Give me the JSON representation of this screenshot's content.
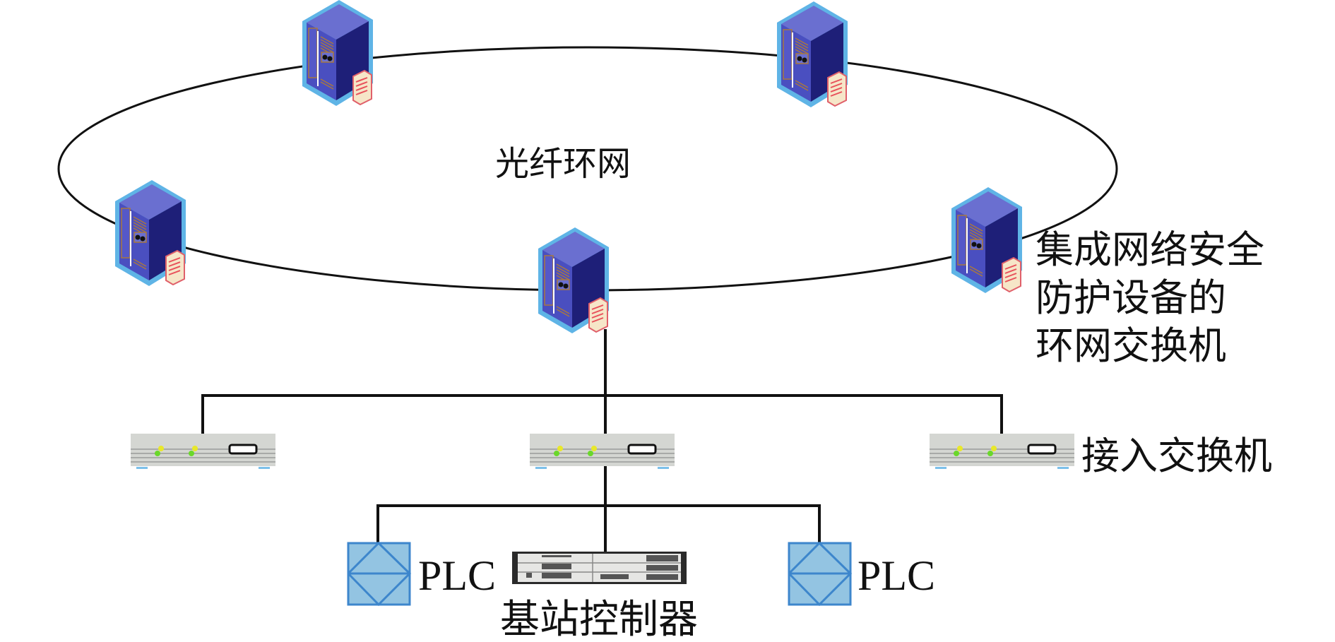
{
  "labels": {
    "ring": "光纤环网",
    "ring_switch_line1": "集成网络安全",
    "ring_switch_line2": "防护设备的",
    "ring_switch_line3": "环网交换机",
    "access_switch": "接入交换机",
    "plc_left": "PLC",
    "plc_right": "PLC",
    "base_station_controller": "基站控制器"
  },
  "colors": {
    "server_body": "#4a4fc0",
    "server_outline": "#5fb4e6",
    "plc_fill": "#93c4e2",
    "plc_stroke": "#3d86cc",
    "switch_body": "#d4d6d2"
  }
}
